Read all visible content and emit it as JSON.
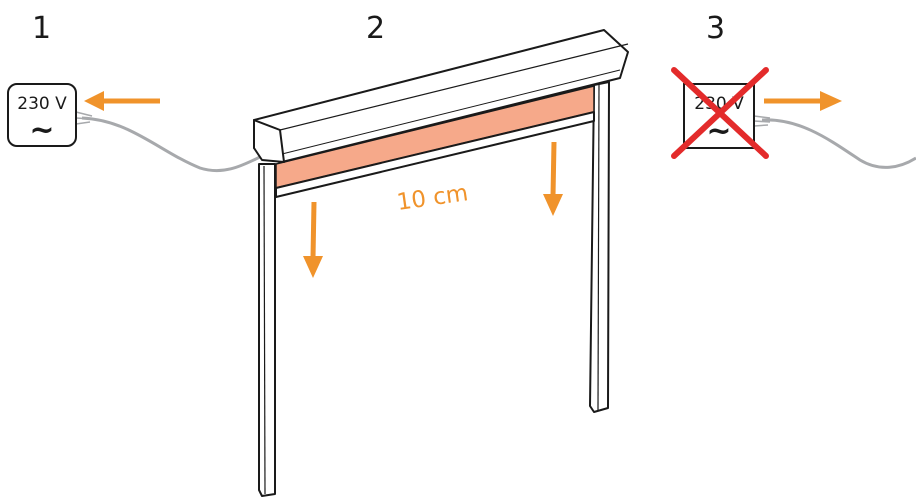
{
  "steps": [
    "1",
    "2",
    "3"
  ],
  "socket": {
    "voltage": "230 V",
    "symbol": "~"
  },
  "measurement": "10 cm",
  "colors": {
    "accent": "#f0932b",
    "fabric": "#f6a98a",
    "cross": "#e32b2b",
    "cable": "#a7a9ac",
    "outline": "#1a1a1a"
  },
  "icons": [
    "power-socket-icon",
    "arrow-left-icon",
    "arrow-down-icon",
    "arrow-right-icon",
    "cross-icon"
  ]
}
